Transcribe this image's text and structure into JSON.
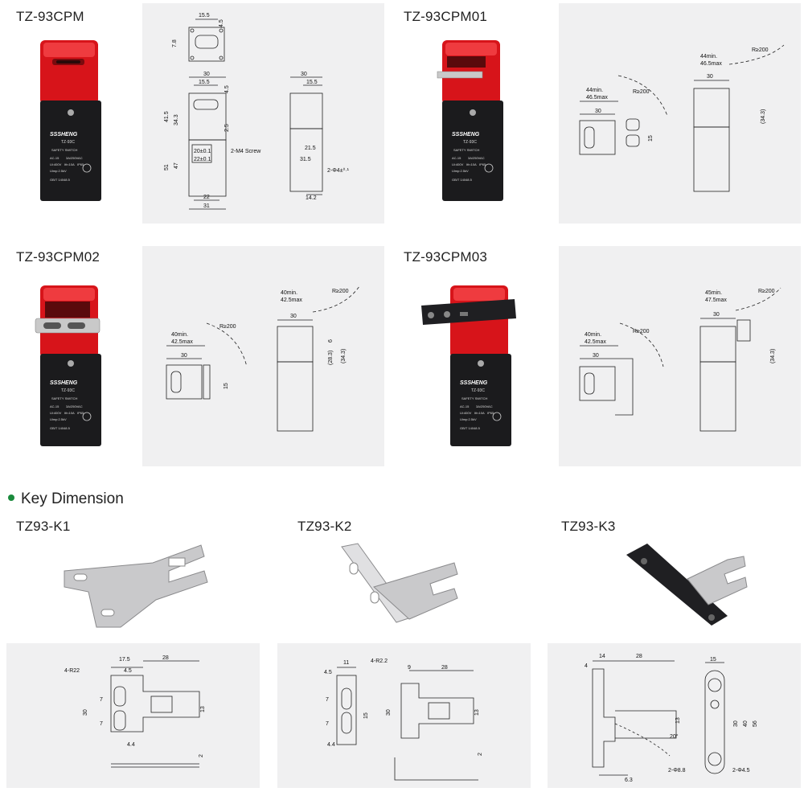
{
  "products": [
    {
      "title": "TZ-93CPM"
    },
    {
      "title": "TZ-93CPM01"
    },
    {
      "title": "TZ-93CPM02"
    },
    {
      "title": "TZ-93CPM03"
    }
  ],
  "switch_labels": {
    "brand": "SSSHENG",
    "model": "TZ-93C",
    "safety": "SAFETY SWITCH",
    "spec1a": "AC-15",
    "spec1b": "3A/250VAC",
    "spec2a": "Ui:400V",
    "spec2b": "Ith:10A",
    "spec2c": "IP65",
    "spec3": "Uimp:2.5kV",
    "std": "GB/T 14048.5"
  },
  "section": {
    "title": "Key Dimension"
  },
  "keys": [
    {
      "title": "TZ93-K1"
    },
    {
      "title": "TZ93-K2"
    },
    {
      "title": "TZ93-K3"
    }
  ],
  "dims": {
    "cpm": {
      "top_w": "15.5",
      "top_r": "4.5",
      "top_h": "7.8",
      "w30": "30",
      "w155": "15.5",
      "r45": "4.5",
      "h415": "41.5",
      "h343": "34.3",
      "h25": "2.5",
      "h51": "51",
      "h47": "47",
      "d20": "20±0.1",
      "d22": "22±0.1",
      "screw": "2-M4 Screw",
      "b22": "22",
      "b31": "31",
      "s30": "30",
      "s155": "15.5",
      "s215": "21.5",
      "s315": "31.5",
      "hole": "2-Φ4±⁰·¹",
      "s142": "14.2"
    },
    "cpm01": {
      "min": "44min.",
      "max": "46.5max",
      "r": "R≥200",
      "w30": "30",
      "h15": "15",
      "h343": "(34.3)"
    },
    "cpm02": {
      "min": "40min.",
      "max": "42.5max",
      "r": "R≥200",
      "w30": "30",
      "h15": "15",
      "h6": "6",
      "h283": "(28.3)",
      "h343": "(34.3)"
    },
    "cpm03": {
      "min_a": "40min.",
      "max_a": "42.5max",
      "min_b": "45min.",
      "max_b": "47.5max",
      "r": "R≥200",
      "w30": "30",
      "h343": "(34.3)"
    },
    "k1": {
      "r22": "4-R22",
      "d175": "17.5",
      "d28": "28",
      "d45": "4.5",
      "d30": "30",
      "d7a": "7",
      "d7b": "7",
      "d13": "13",
      "d44": "4.4",
      "d2": "2"
    },
    "k2": {
      "d11": "11",
      "r22": "4-R2.2",
      "d45": "4.5",
      "d9": "9",
      "d28": "28",
      "d7a": "7",
      "d7b": "7",
      "d15": "15",
      "d44": "4.4",
      "d30": "30",
      "d13": "13",
      "d2": "2"
    },
    "k3": {
      "d14": "14",
      "d28": "28",
      "d4": "4",
      "d15": "15",
      "d13": "13",
      "d20": "20°",
      "d63": "6.3",
      "d30": "30",
      "d40": "40",
      "d56": "56",
      "h88": "2-Φ8.8",
      "h45": "2-Φ4.5"
    }
  }
}
